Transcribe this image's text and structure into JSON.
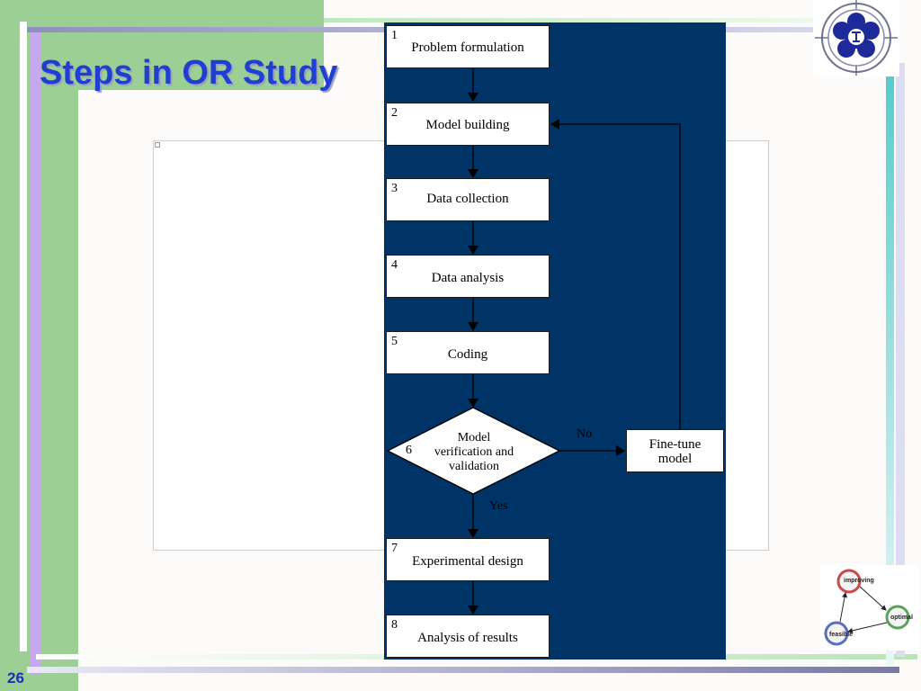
{
  "slide": {
    "title": "Steps in OR Study",
    "page_number": "26"
  },
  "flowchart": {
    "steps": [
      {
        "number": "1",
        "label": "Problem formulation"
      },
      {
        "number": "2",
        "label": "Model building"
      },
      {
        "number": "3",
        "label": "Data collection"
      },
      {
        "number": "4",
        "label": "Data analysis"
      },
      {
        "number": "5",
        "label": "Coding"
      },
      {
        "number": "7",
        "label": "Experimental design"
      },
      {
        "number": "8",
        "label": "Analysis of results"
      }
    ],
    "decision": {
      "number": "6",
      "line1": "Model",
      "line2": "verification and",
      "line3": "validation"
    },
    "fine_tune": {
      "line1": "Fine-tune",
      "line2": "model"
    },
    "edge_no": "No",
    "edge_yes": "Yes"
  },
  "cycle_logo": {
    "improving": "improving",
    "optimal": "optimal",
    "feasible": "feasible"
  },
  "colors": {
    "panel": "#003366",
    "title": "#1f3fd2",
    "green": "#9ccf94"
  }
}
